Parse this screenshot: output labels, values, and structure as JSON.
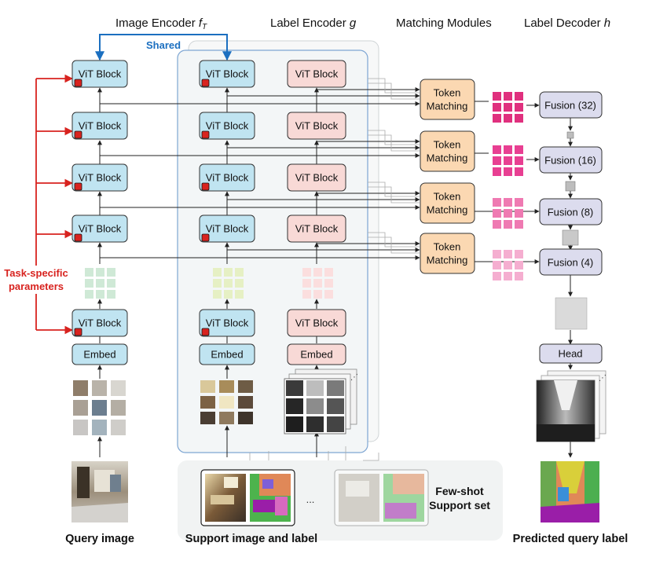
{
  "headers": {
    "image_encoder": "Image Encoder",
    "image_encoder_sym": "f",
    "image_encoder_sub": "T",
    "label_encoder": "Label Encoder",
    "label_encoder_sym": "g",
    "matching": "Matching Modules",
    "label_decoder": "Label Decoder",
    "label_decoder_sym": "h"
  },
  "shared_label": "Shared",
  "task_specific": [
    "Task-specific",
    "parameters"
  ],
  "block_labels": {
    "vit": "ViT Block",
    "embed": "Embed",
    "token_matching": [
      "Token",
      "Matching"
    ],
    "head": "Head"
  },
  "fusion_labels": [
    "Fusion (32)",
    "Fusion (16)",
    "Fusion (8)",
    "Fusion (4)"
  ],
  "few_shot": [
    "Few-shot",
    "Support set"
  ],
  "ellipsis": "...",
  "bottom_labels": {
    "query": "Query image",
    "support": "Support image and label",
    "predicted": "Predicted query label"
  },
  "colors": {
    "vit_fill": "#c0e4f1",
    "label_fill": "#f8d9d6",
    "matching_fill": "#fbd8b2",
    "decoder_fill": "#dcdcee",
    "shared_blue": "#1b6fc0",
    "task_red": "#d8231f",
    "token_pink_1": "#e0307e",
    "token_pink_2": "#e83f92",
    "token_pink_3": "#ef7ab2",
    "token_pink_4": "#f5aed0"
  },
  "icons": [
    "task-parameter-icon",
    "token-grid-icon",
    "image-patch-icon",
    "depth-map-icon",
    "segmentation-icon"
  ]
}
